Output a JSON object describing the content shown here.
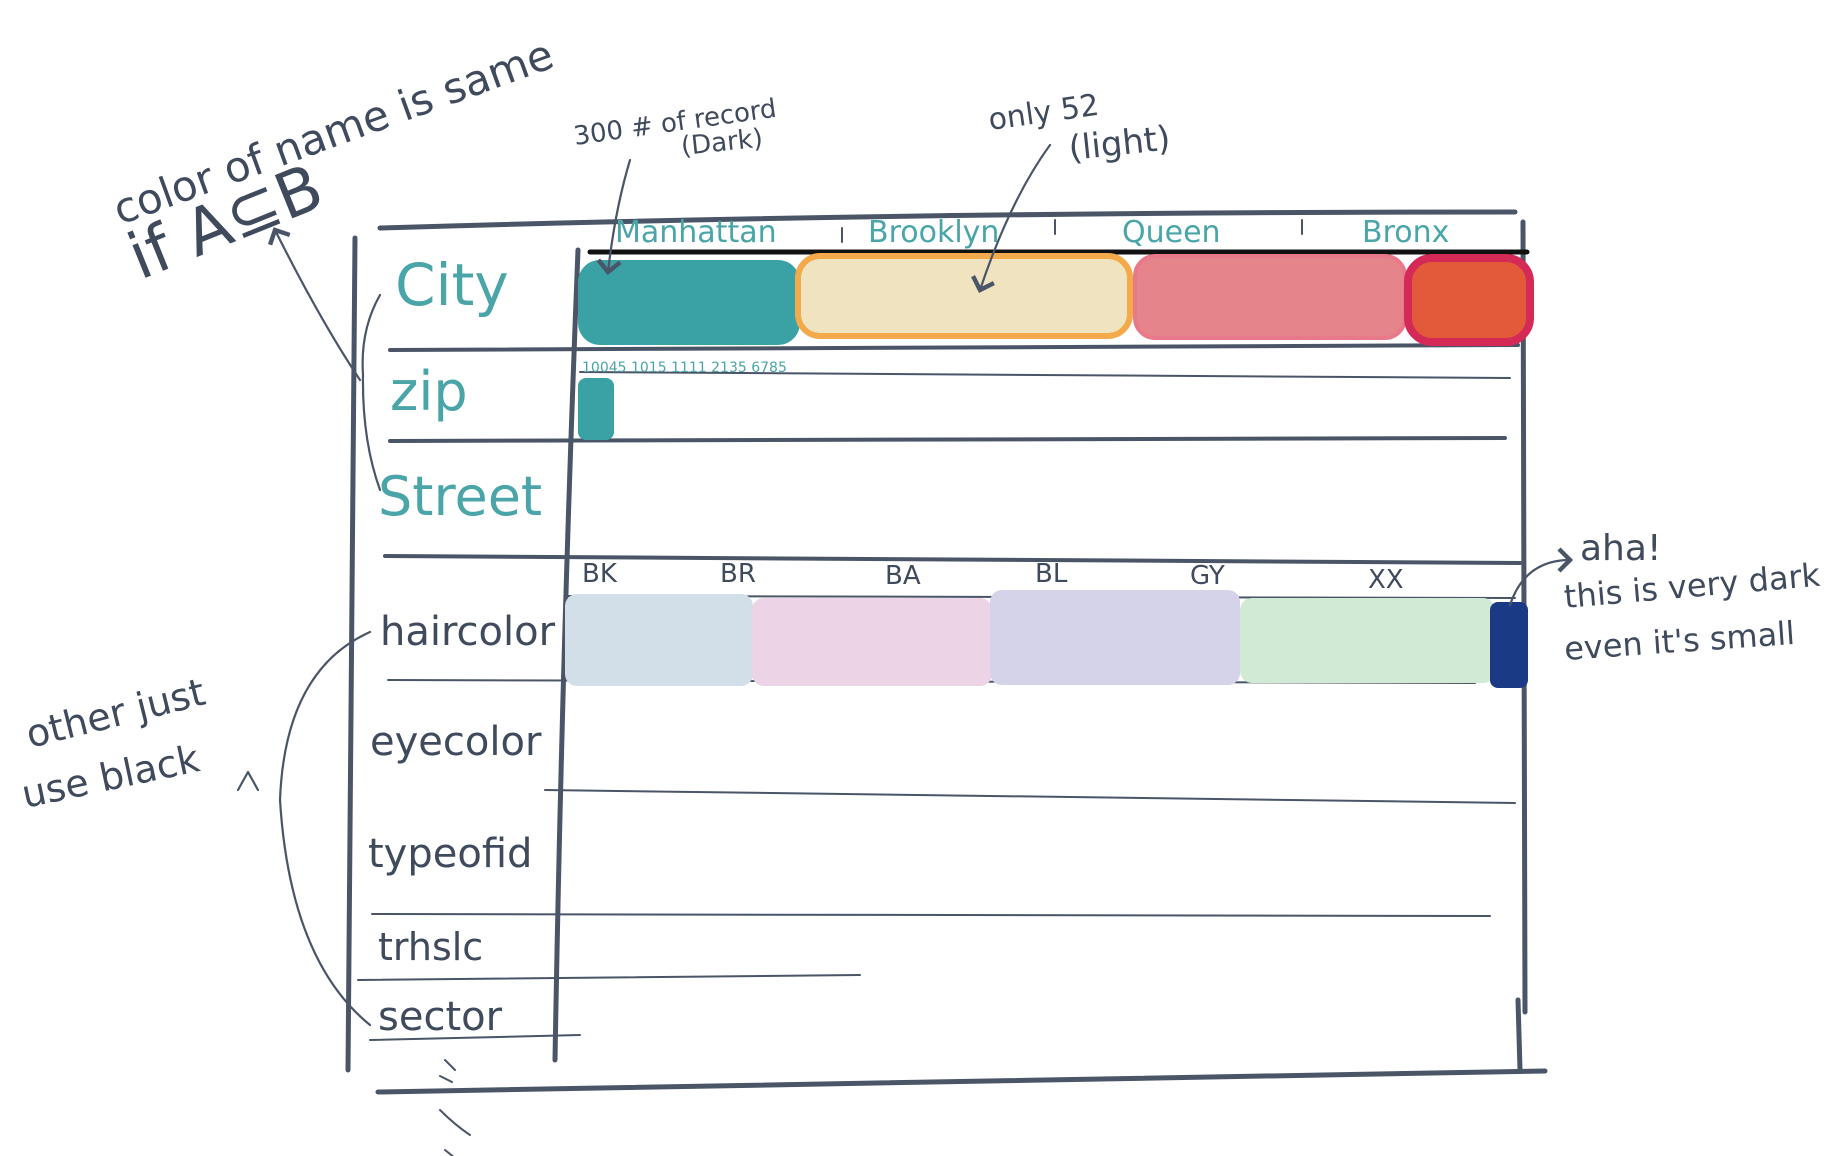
{
  "annotations": {
    "name_color_line1": "color of name is same",
    "name_color_line2": "if A⊆B",
    "record_count": "300 # of record",
    "record_dark": "(Dark)",
    "only_count": "only 52",
    "only_light": "(light)",
    "aha": "aha!",
    "very_dark_line1": "this is very dark",
    "very_dark_line2": "even it's small",
    "other_line1": "other just",
    "other_line2": "use black",
    "zip_ticks": "10045 1015 1111 2135 6785"
  },
  "rows": {
    "city": "City",
    "zip": "zip",
    "street": "Street",
    "haircolor": "haircolor",
    "eyecolor": "eyecolor",
    "typeofid": "typeofid",
    "trhslc": "trhslc",
    "sector": "sector"
  },
  "city_values": [
    "Manhattan",
    "Brooklyn",
    "Queen",
    "Bronx"
  ],
  "haircolor_values": [
    "BK",
    "BR",
    "BA",
    "BL",
    "GY",
    "XX"
  ],
  "colors": {
    "manhattan": "#3aa2a4",
    "brooklyn": "#efe3c0",
    "queen": "#e5848b",
    "bronx": "#e25a3a",
    "zip_bar": "#3aa2a4",
    "hair_bk": "#d3dfe8",
    "hair_br": "#ecd3e6",
    "hair_ba": "#d5d3ea",
    "hair_gy": "#d0ead6",
    "hair_xx": "#1b3a86",
    "ink": "#3f4a5c",
    "teal_text": "#4aa5a8"
  }
}
